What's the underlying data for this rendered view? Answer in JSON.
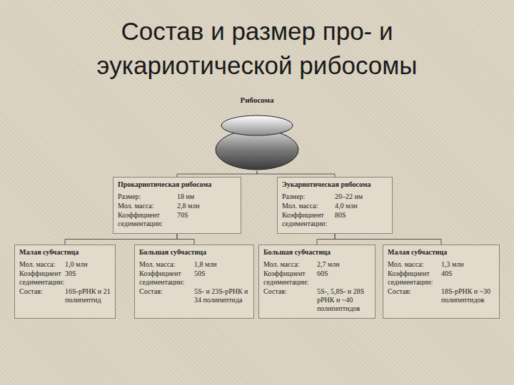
{
  "diagram": {
    "title": "Состав и размер про- и эукариотической рибосомы",
    "nodes": [
      {
        "text": [
          "Рибосома"
        ]
      },
      {
        "text": [
          "Прокариотическая рибосома",
          "Размер:",
          "18 нм",
          "Мол. масса:",
          "2,8 млн",
          "Коэффициент седиментации:",
          "70S"
        ]
      },
      {
        "text": [
          "Эукариотическая рибосома",
          "Размер:",
          "20–22 нм",
          "Мол. масса:",
          "4,0 млн",
          "Коэффициент седиментации:",
          "80S"
        ]
      },
      {
        "text": [
          "Малая субчастица",
          "Мол. масса:",
          "1,0 млн",
          "Коэффициент седиментации:",
          "30S",
          "Состав:",
          "16S-рРНК и 21 полипептид"
        ]
      },
      {
        "text": [
          "Большая субчастица",
          "Мол. масса:",
          "1,8 млн",
          "Коэффициент седиментации:",
          "50S",
          "Состав:",
          "5S- и 23S-рРНК и 34 полипептида"
        ]
      },
      {
        "text": [
          "Большая субчастица",
          "Мол. масса:",
          "2,7 млн",
          "Коэффициент седиментации:",
          "60S",
          "Состав:",
          "5S-, 5,8S- и 28S рРНК и ~40 полипептидов"
        ]
      },
      {
        "text": [
          "Малая субчастица",
          "Мол. масса:",
          "1,3 млн",
          "Коэффициент седиментации:",
          "40S",
          "Состав:",
          "18S-рРНК и ~30 полипептидов"
        ]
      }
    ],
    "edges": [
      {
        "from": 0,
        "to": 1,
        "arrow": "none"
      },
      {
        "from": 0,
        "to": 2,
        "arrow": "none"
      },
      {
        "from": 1,
        "to": 3,
        "arrow": "none"
      },
      {
        "from": 1,
        "to": 4,
        "arrow": "none"
      },
      {
        "from": 2,
        "to": 5,
        "arrow": "none"
      },
      {
        "from": 2,
        "to": 6,
        "arrow": "none"
      }
    ]
  }
}
